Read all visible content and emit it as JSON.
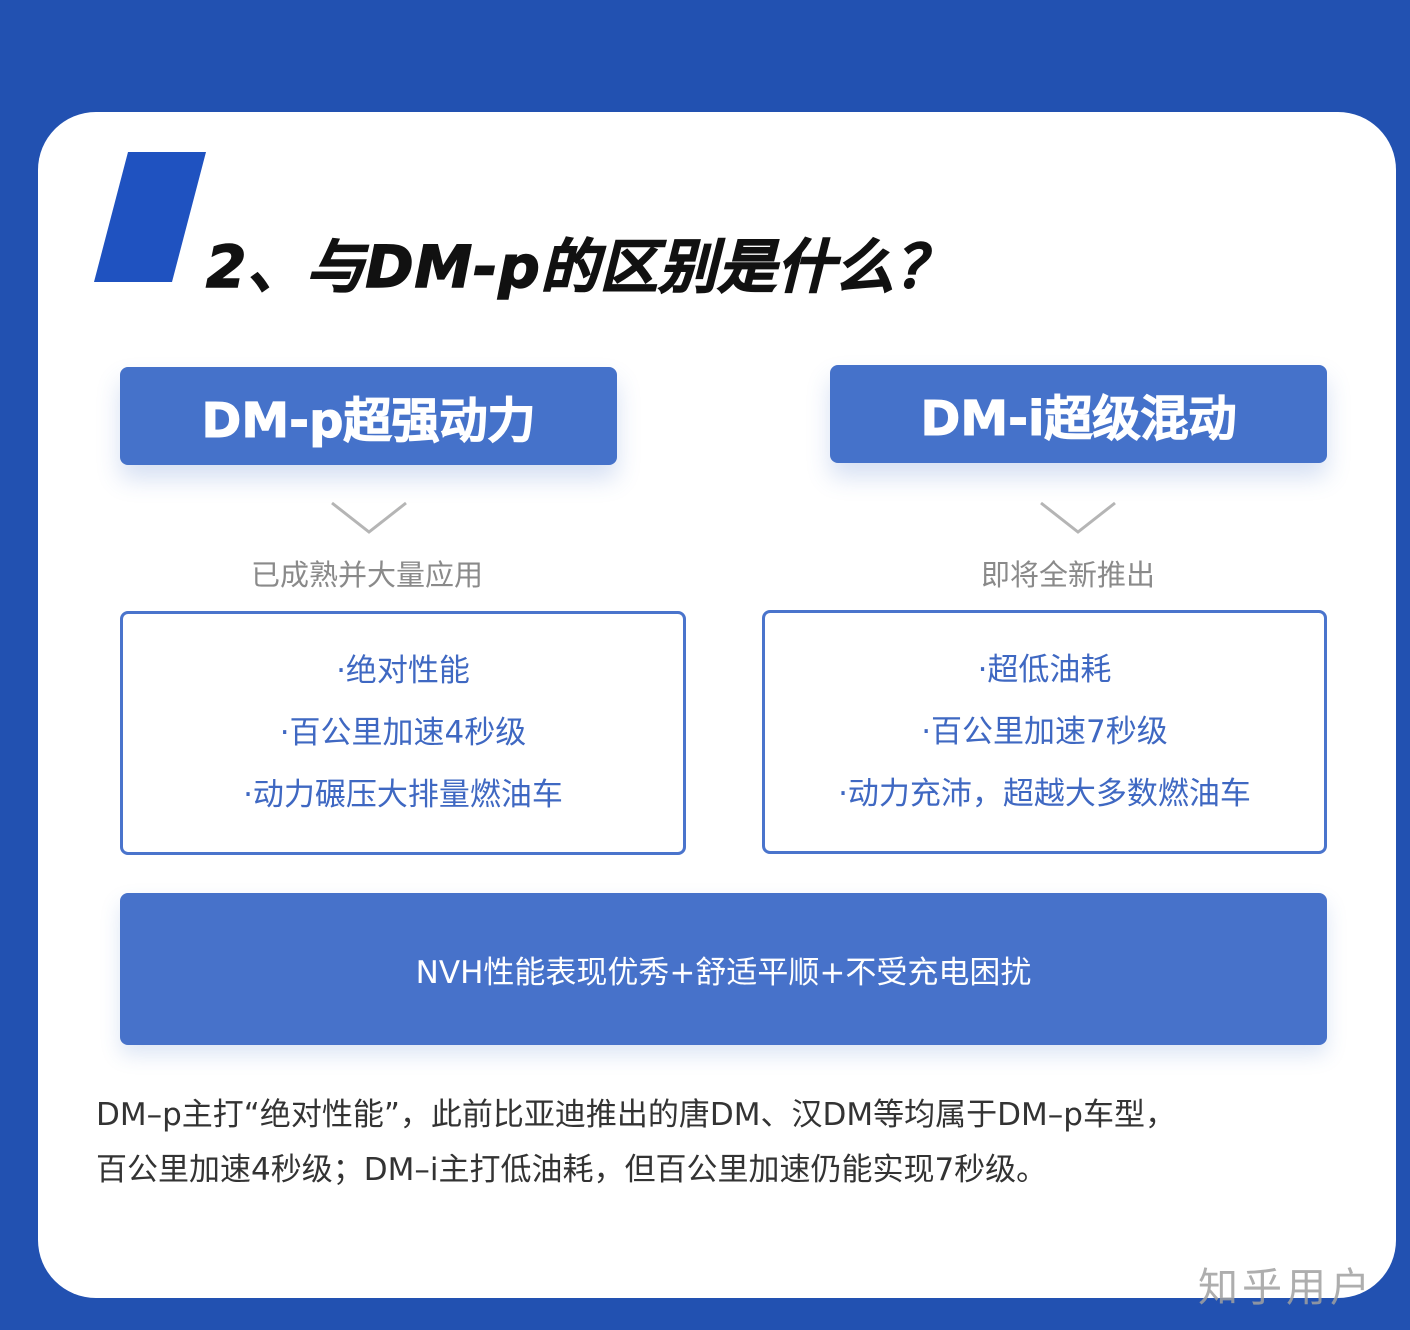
{
  "colors": {
    "background_blue": "#2251b1",
    "accent_blue": "#4572ca",
    "box_border": "#4a74cc",
    "box_text": "#3f68c2",
    "subtitle_gray": "#8a8a8a",
    "title_text": "#111111",
    "body_text": "#333333"
  },
  "section": {
    "title": "2、与DM-p的区别是什么？",
    "decoration_icon": "slash-bar-icon"
  },
  "columns": [
    {
      "header": "DM-p超强动力",
      "arrow_icon": "chevron-down-icon",
      "status": "已成熟并大量应用",
      "features": [
        "·绝对性能",
        "·百公里加速4秒级",
        "·动力碾压大排量燃油车"
      ]
    },
    {
      "header": "DM-i超级混动",
      "arrow_icon": "chevron-down-icon",
      "status": "即将全新推出",
      "features": [
        "·超低油耗",
        "·百公里加速7秒级",
        "·动力充沛，超越大多数燃油车"
      ]
    }
  ],
  "banner": {
    "text": "NVH性能表现优秀+舒适平顺+不受充电困扰"
  },
  "paragraph": {
    "lines": [
      "DM–p主打“绝对性能”，此前比亚迪推出的唐DM、汉DM等均属于DM–p车型，",
      "百公里加速4秒级；DM–i主打低油耗，但百公里加速仍能实现7秒级。"
    ]
  },
  "watermark": {
    "text": "知乎用户"
  }
}
